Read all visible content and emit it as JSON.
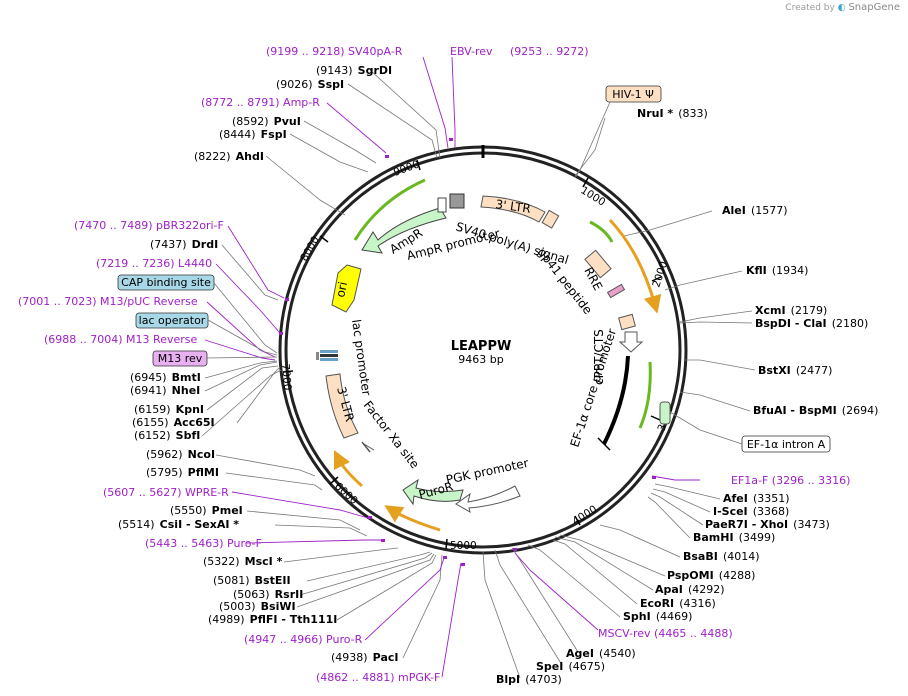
{
  "plasmid": {
    "name": "LEAPPW",
    "length": "9463 bp"
  },
  "credit": {
    "prefix": "Created by",
    "brand": "SnapGene"
  },
  "ticks": [
    "1000",
    "2000",
    "3000",
    "4000",
    "5000",
    "6000",
    "7000",
    "8000",
    "9000"
  ],
  "sites": [
    {
      "pos": "(9143)",
      "name": "SgrDI"
    },
    {
      "pos": "(9026)",
      "name": "SspI"
    },
    {
      "pos": "(8592)",
      "name": "PvuI"
    },
    {
      "pos": "(8444)",
      "name": "FspI"
    },
    {
      "pos": "(8222)",
      "name": "AhdI"
    },
    {
      "pos": "(7437)",
      "name": "DrdI"
    },
    {
      "pos": "(6945)",
      "name": "BmtI"
    },
    {
      "pos": "(6941)",
      "name": "NheI"
    },
    {
      "pos": "(6159)",
      "name": "KpnI"
    },
    {
      "pos": "(6155)",
      "name": "Acc65I"
    },
    {
      "pos": "(6152)",
      "name": "SbfI"
    },
    {
      "pos": "(5962)",
      "name": "NcoI"
    },
    {
      "pos": "(5795)",
      "name": "PflMI"
    },
    {
      "pos": "(5550)",
      "name": "PmeI"
    },
    {
      "pos": "(5514)",
      "name": "CsiI  - SexAI *"
    },
    {
      "pos": "(5322)",
      "name": "MscI *"
    },
    {
      "pos": "(5081)",
      "name": "BstEII"
    },
    {
      "pos": "(5063)",
      "name": "RsrII"
    },
    {
      "pos": "(5003)",
      "name": "BsiWI"
    },
    {
      "pos": "(4989)",
      "name": "PflFI  - Tth111I"
    },
    {
      "pos": "(4938)",
      "name": "PacI"
    },
    {
      "name": "NruI *",
      "pos": "(833)"
    },
    {
      "name": "AleI",
      "pos": "(1577)"
    },
    {
      "name": "KflI",
      "pos": "(1934)"
    },
    {
      "name": "XcmI",
      "pos": "(2179)"
    },
    {
      "name": "BspDI  - ClaI",
      "pos": "(2180)"
    },
    {
      "name": "BstXI",
      "pos": "(2477)"
    },
    {
      "name": "BfuAI  - BspMI",
      "pos": "(2694)"
    },
    {
      "name": "AfeI",
      "pos": "(3351)"
    },
    {
      "name": "I-SceI",
      "pos": "(3368)"
    },
    {
      "name": "PaeR7I  - XhoI",
      "pos": "(3473)"
    },
    {
      "name": "BamHI",
      "pos": "(3499)"
    },
    {
      "name": "BsaBI",
      "pos": "(4014)"
    },
    {
      "name": "PspOMI",
      "pos": "(4288)"
    },
    {
      "name": "ApaI",
      "pos": "(4292)"
    },
    {
      "name": "EcoRI",
      "pos": "(4316)"
    },
    {
      "name": "SphI",
      "pos": "(4469)"
    },
    {
      "name": "AgeI",
      "pos": "(4540)"
    },
    {
      "name": "SpeI",
      "pos": "(4675)"
    },
    {
      "name": "BlpI",
      "pos": "(4703)"
    }
  ],
  "primers": [
    {
      "text": "(9199 .. 9218)  SV40pA-R"
    },
    {
      "text": "EBV-rev"
    },
    {
      "text": "(9253 .. 9272)"
    },
    {
      "text": "(8772 .. 8791)  Amp-R"
    },
    {
      "text": "(7470 .. 7489)  pBR322ori-F"
    },
    {
      "text": "(7219 .. 7236)  L4440"
    },
    {
      "text": "(7001 .. 7023)  M13/pUC Reverse"
    },
    {
      "text": "(6988 .. 7004)  M13 Reverse"
    },
    {
      "text": "(5607 .. 5627)  WPRE-R"
    },
    {
      "text": "(5443 .. 5463)  Puro-F"
    },
    {
      "text": "(4947 .. 4966)  Puro-R"
    },
    {
      "text": "(4862 .. 4881)  mPGK-F"
    },
    {
      "text": "EF1a-F   (3296 .. 3316)"
    },
    {
      "text": "MSCV-rev   (4465 .. 4488)"
    }
  ],
  "boxed_labels": {
    "cap": "CAP binding site",
    "lac": "lac operator",
    "m13": "M13 rev",
    "hiv": "HIV-1 Ψ",
    "ef1a": "EF-1α intron A"
  },
  "features": {
    "ltr3_top": "3' LTR",
    "sv40": "SV40 poly(A) signal",
    "ampr": "AmpR",
    "ampr_promoter": "AmpR promoter",
    "ori": "ori",
    "gp41": "gp41 peptide",
    "rre": "RRE",
    "cppt": "cPPT/CTS",
    "ef1a_core": "EF-1α core promoter",
    "lac_promoter": "lac promoter",
    "ltr3_left": "3' LTR",
    "factor_xa": "Factor Xa site",
    "pgk": "PGK promoter",
    "puror": "PuroR"
  },
  "colors": {
    "ampr": "#c8f5c8",
    "ori": "#ffff00",
    "ltr": "#fde0c4",
    "puror": "#c8f5c8",
    "primer": "#a020c8",
    "orange_arc": "#e6a020",
    "green_arc": "#6ab820"
  }
}
